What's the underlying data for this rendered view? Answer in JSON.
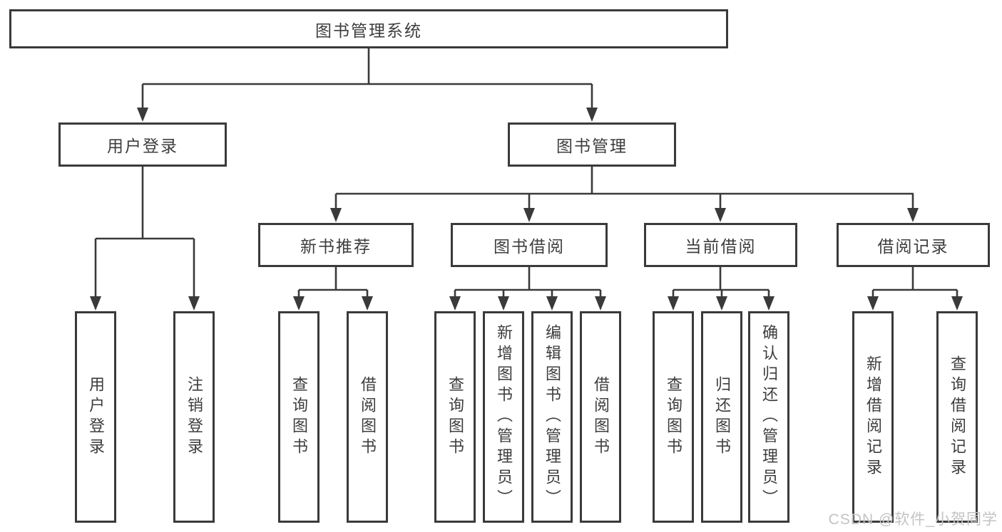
{
  "diagram": {
    "type": "hierarchy-tree",
    "colors": {
      "line": "#3a3a3a",
      "box_border": "#3a3a3a",
      "text": "#3d3d3d",
      "watermark": "#c3c3c3",
      "background": "#ffffff"
    },
    "nodes": {
      "root": "图书管理系统",
      "user_login_group": "用户登录",
      "book_management_group": "图书管理",
      "new_book_recommend": "新书推荐",
      "book_borrowing": "图书借阅",
      "current_borrowing": "当前借阅",
      "borrowing_records": "借阅记录",
      "ul_user_login": "用户登录",
      "ul_logout": "注销登录",
      "nb_query_books": "查询图书",
      "nb_borrow_books": "借阅图书",
      "bb_query_books": "查询图书",
      "bb_add_books_admin": "新增图书（管理员）",
      "bb_edit_books_admin": "编辑图书（管理员）",
      "bb_borrow_books": "借阅图书",
      "cb_query_books": "查询图书",
      "cb_return_books": "归还图书",
      "cb_confirm_return_admin": "确认归还（管理员）",
      "br_add_record": "新增借阅记录",
      "br_query_record": "查询借阅记录"
    },
    "edges": [
      "root -> user_login_group",
      "root -> book_management_group",
      "user_login_group -> ul_user_login",
      "user_login_group -> ul_logout",
      "book_management_group -> new_book_recommend",
      "book_management_group -> book_borrowing",
      "book_management_group -> current_borrowing",
      "book_management_group -> borrowing_records",
      "new_book_recommend -> nb_query_books",
      "new_book_recommend -> nb_borrow_books",
      "book_borrowing -> bb_query_books",
      "book_borrowing -> bb_add_books_admin",
      "book_borrowing -> bb_edit_books_admin",
      "book_borrowing -> bb_borrow_books",
      "current_borrowing -> cb_query_books",
      "current_borrowing -> cb_return_books",
      "current_borrowing -> cb_confirm_return_admin",
      "borrowing_records -> br_add_record",
      "borrowing_records -> br_query_record"
    ]
  },
  "watermark": {
    "text": "CSDN @软件_小贺同学"
  }
}
